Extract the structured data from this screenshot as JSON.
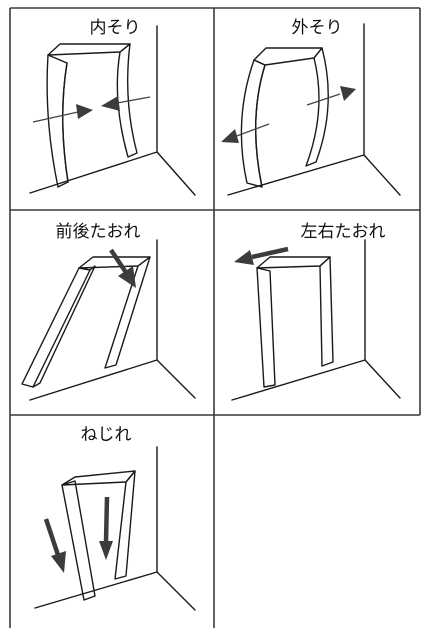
{
  "cells": [
    {
      "id": "inner-warp",
      "label": "内そり"
    },
    {
      "id": "outer-warp",
      "label": "外そり"
    },
    {
      "id": "front-back-tilt",
      "label": "前後たおれ"
    },
    {
      "id": "left-right-tilt",
      "label": "左右たおれ"
    },
    {
      "id": "twist",
      "label": "ねじれ"
    }
  ],
  "colors": {
    "line": "#1a1a1a",
    "arrow": "#3c3c3c",
    "background": "#ffffff"
  }
}
